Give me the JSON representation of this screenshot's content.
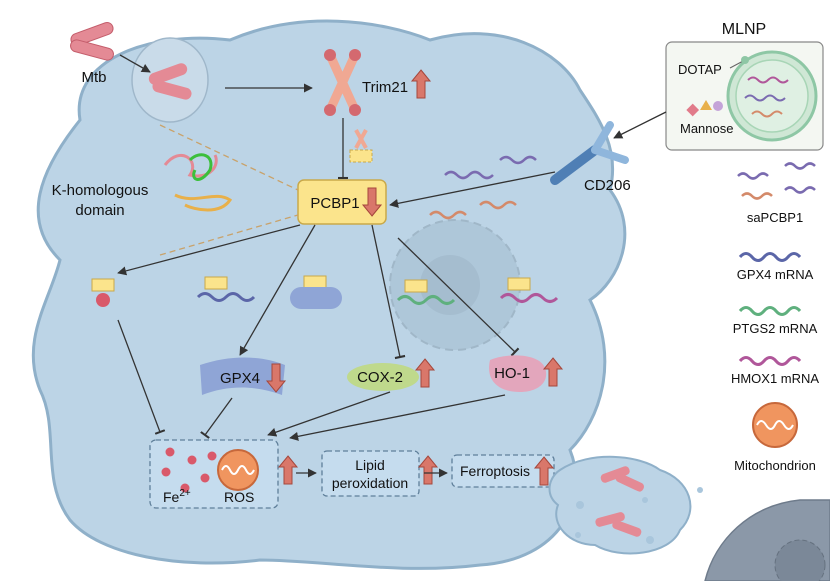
{
  "labels": {
    "mtb": "Mtb",
    "trim21": "Trim21",
    "pcbp1": "PCBP1",
    "k_domain_1": "K-homologous",
    "k_domain_2": "domain",
    "cd206": "CD206",
    "mlnp": "MLNP",
    "dotap": "DOTAP",
    "mannose": "Mannose",
    "gpx4": "GPX4",
    "cox2": "COX-2",
    "ho1": "HO-1",
    "fe": "Fe",
    "fe_sup": "2+",
    "ros": "ROS",
    "lipid_1": "Lipid",
    "lipid_2": "peroxidation",
    "ferroptosis": "Ferroptosis"
  },
  "legend": {
    "sapcbp1": "saPCBP1",
    "gpx4_mrna": "GPX4 mRNA",
    "ptgs2_mrna": "PTGS2 mRNA",
    "hmox1_mrna": "HMOX1 mRNA",
    "mitochondrion": "Mitochondrion"
  },
  "colors": {
    "cell": "#bcd4e6",
    "cell_stroke": "#8fb0c9",
    "arrow_up": "#d9776a",
    "pcbp1_box": "#fbe48c",
    "gpx4_mrna": "#5b66a8",
    "ptgs2_mrna": "#5fb07e",
    "hmox1_mrna": "#b0579a",
    "sapcbp1_a": "#7a6bb0",
    "sapcbp1_b": "#d48a6a"
  }
}
